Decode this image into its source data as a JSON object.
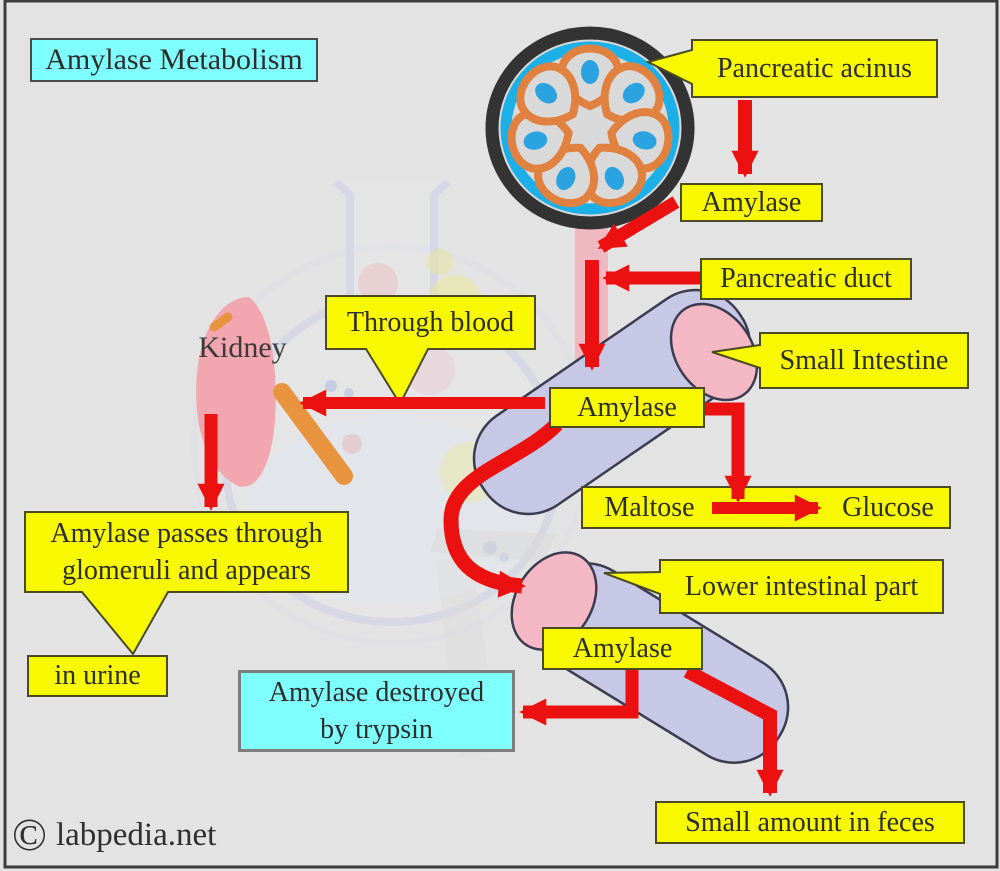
{
  "page": {
    "background": "#e4e3e3",
    "frame_color": "#3c3c3c"
  },
  "title": {
    "text": "Amylase Metabolism",
    "bg": "#80ffff"
  },
  "branding": {
    "copyright_symbol": "©",
    "site": "labpedia.net"
  },
  "colors": {
    "label_yellow": "#f8f800",
    "label_cyan": "#80ffff",
    "arrow_red": "#ec1111",
    "intestine_lavender": "#c7c7e6",
    "intestine_end_pink": "#f4b8c4",
    "kidney_pink": "#f2a6b0",
    "ureter_orange": "#e8943f",
    "acinus_ring_dark": "#333333",
    "acinus_ring_cyan": "#1db0e8",
    "acinus_cell_orange": "#e0813f",
    "acinus_nucleus_blue": "#2aa3e0",
    "duct_band_pink": "#f3aeb8",
    "text_dark": "#2d2d2d"
  },
  "labels": {
    "pancreatic_acinus": "Pancreatic acinus",
    "amylase_top": "Amylase",
    "pancreatic_duct": "Pancreatic duct",
    "small_intestine": "Small Intestine",
    "through_blood": "Through blood",
    "amylase_mid": "Amylase",
    "kidney": "Kidney",
    "maltose": "Maltose",
    "glucose": "Glucose",
    "glomeruli_line1": "Amylase passes through",
    "glomeruli_line2": "glomeruli and appears",
    "in_urine": "in urine",
    "lower_intestinal_part": "Lower intestinal part",
    "amylase_lower": "Amylase",
    "trypsin_line1": "Amylase destroyed",
    "trypsin_line2": "by trypsin",
    "feces": "Small amount in feces"
  }
}
